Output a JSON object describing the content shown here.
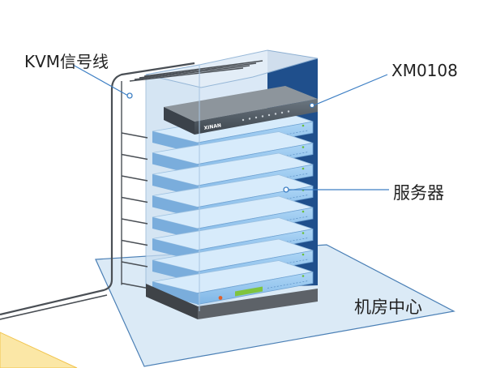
{
  "labels": {
    "kvm_cable": "KVM信号线",
    "kvm_model": "XM0108",
    "servers": "服务器",
    "data_center": "机房中心"
  },
  "kvm_unit": {
    "brand": "XINAN"
  },
  "server_count": 8,
  "colors": {
    "floor_fill": "#dbeaf6",
    "floor_stroke": "#4a7fb5",
    "cabinet_back": "#1f4f8c",
    "cabinet_glass": "#c8ddf0",
    "server_front": "#9cc8ef",
    "server_top": "#d7ebfb",
    "server_light": "#7fc43e",
    "server_led": "#e0602a",
    "kvm_body": "#505a63",
    "cable": "#4a4f55",
    "pointer": "#3d7fc4",
    "accent_yellow": "#f7c948"
  }
}
